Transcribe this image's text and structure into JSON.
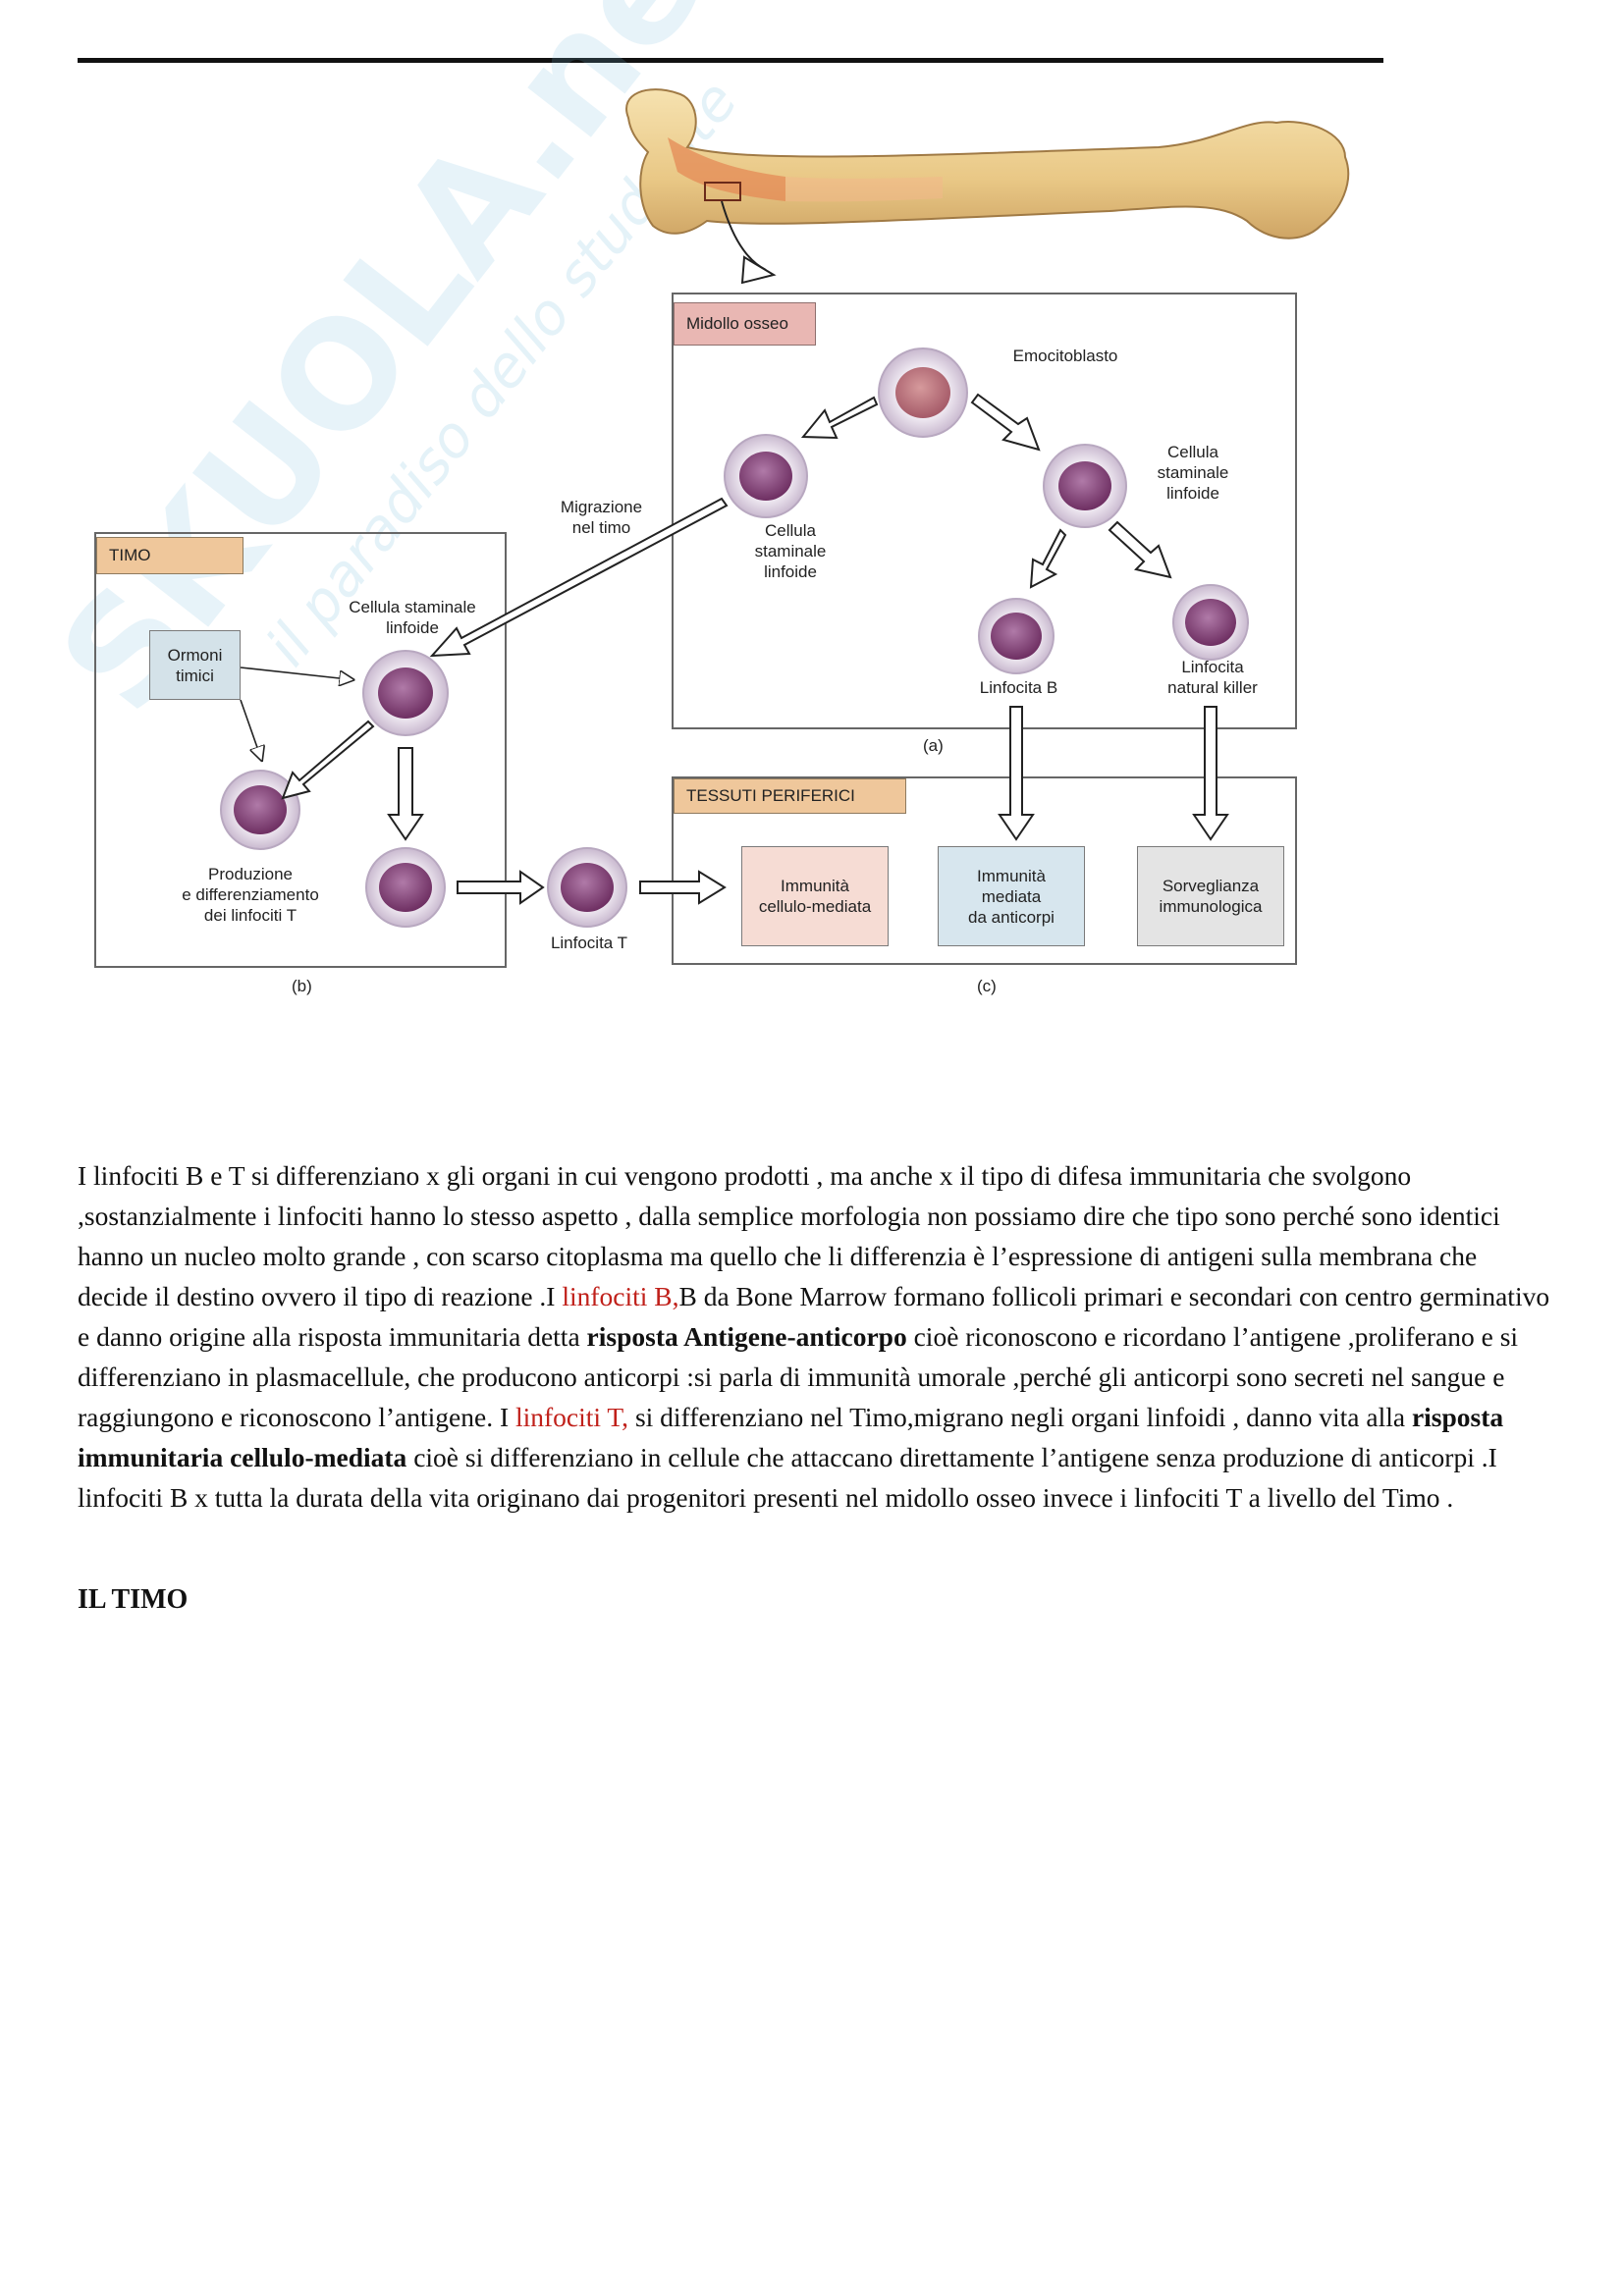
{
  "watermark": {
    "brand": "SKUOLA.net",
    "tagline": "il paradiso dello studente"
  },
  "figure": {
    "panel_a": {
      "title": "Midollo osseo",
      "letter": "(a)",
      "labels": {
        "emocitoblasto": "Emocitoblasto",
        "cellula_staminale_right": [
          "Cellula",
          "staminale",
          "linfoide"
        ],
        "cellula_staminale_left": [
          "Cellula",
          "staminale",
          "linfoide"
        ],
        "linfocita_b": "Linfocita B",
        "linfocita_nk": [
          "Linfocita",
          "natural killer"
        ]
      }
    },
    "migrazione": [
      "Migrazione",
      "nel timo"
    ],
    "panel_b": {
      "title": "TIMO",
      "letter": "(b)",
      "labels": {
        "cellula_staminale": [
          "Cellula staminale",
          "linfoide"
        ],
        "ormoni": [
          "Ormoni",
          "timici"
        ],
        "produzione": [
          "Produzione",
          "e differenziamento",
          "dei linfociti T"
        ],
        "linfocita_t": "Linfocita T"
      }
    },
    "panel_c": {
      "title": "TESSUTI PERIFERICI",
      "letter": "(c)",
      "boxes": [
        {
          "text": [
            "Immunità",
            "cellulo-mediata"
          ],
          "color": "#f6dcd4"
        },
        {
          "text": [
            "Immunità",
            "mediata",
            "da anticorpi"
          ],
          "color": "#d7e6ee"
        },
        {
          "text": [
            "Sorveglianza",
            "immunologica"
          ],
          "color": "#e4e4e4"
        }
      ]
    },
    "colors": {
      "panel_a_tag": "#e9b7b3",
      "panel_b_tag": "#efc79b",
      "panel_c_tag": "#efc79b",
      "ormoni_box": "#d4e2e9",
      "cell_nucleus": "#8a4a7e",
      "cell_membrane": "#e9e0ee"
    }
  },
  "body": {
    "paragraph": {
      "p1": "I linfociti B e T si differenziano x gli organi in cui vengono prodotti , ma  anche x il tipo di difesa immunitaria che svolgono ,sostanzialmente i linfociti hanno lo stesso aspetto , dalla semplice morfologia non possiamo dire che tipo sono perché sono identici hanno un nucleo  molto grande , con scarso citoplasma ma quello che li  differenzia è l’espressione di antigeni sulla membrana  che decide il destino ovvero il  tipo di reazione .I ",
      "hl1": "linfociti B,",
      "p2": "B da Bone Marrow  formano follicoli primari e secondari con centro germinativo  e danno origine alla risposta immunitaria  detta ",
      "bold1": "risposta Antigene-anticorpo",
      "p3": " cioè riconoscono e ricordano l’antigene ,proliferano e si differenziano in plasmacellule, che producono anticorpi :si parla di immunità umorale ,perché gli anticorpi sono secreti nel sangue  e raggiungono e riconoscono l’antigene. I ",
      "hl2": "linfociti T,",
      "p4": " si differenziano nel Timo,migrano negli organi linfoidi , danno vita alla ",
      "bold2": "risposta immunitaria cellulo-mediata",
      "p5": "  cioè si differenziano in cellule che attaccano direttamente l’antigene senza produzione  di anticorpi .I linfociti B x tutta la durata della vita originano dai progenitori presenti  nel midollo osseo invece i linfociti T a livello del Timo ."
    },
    "heading": "IL TIMO"
  }
}
